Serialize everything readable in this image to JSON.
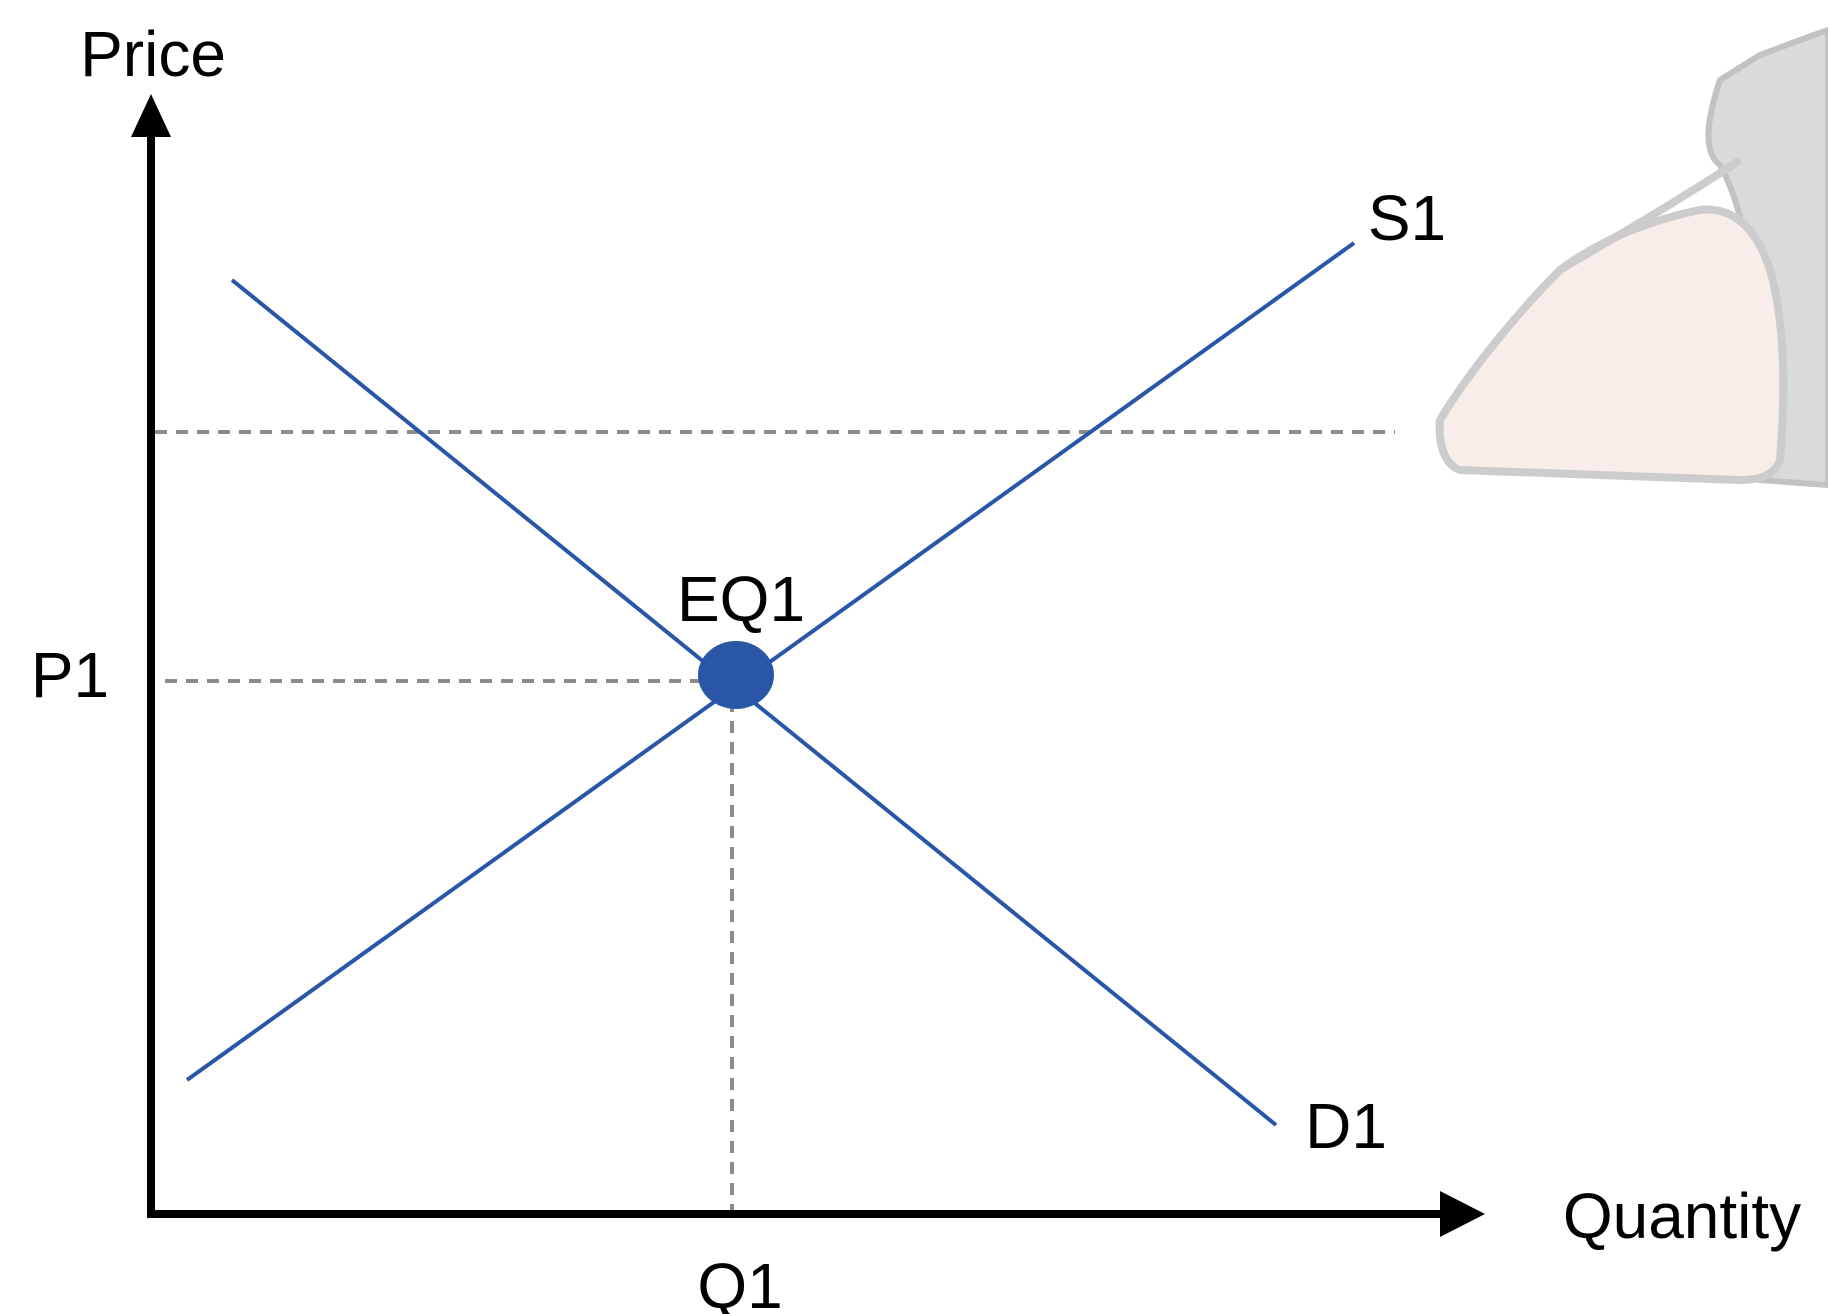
{
  "colors": {
    "curve": "#2a56a8",
    "point": "#2a56a8",
    "guide": "#8c8c8c",
    "axis": "#000000",
    "hand_shadow": "#c4c4c4",
    "hand_skin": "#f6ece6",
    "sleeve": "#d4d4d4"
  },
  "labels": {
    "y_axis": "Price",
    "x_axis": "Quantity",
    "price_level": "P1",
    "quantity_level": "Q1",
    "equilibrium": "EQ1",
    "supply": "S1",
    "demand": "D1"
  },
  "decoration": {
    "icon": "pointing-hand-icon"
  }
}
